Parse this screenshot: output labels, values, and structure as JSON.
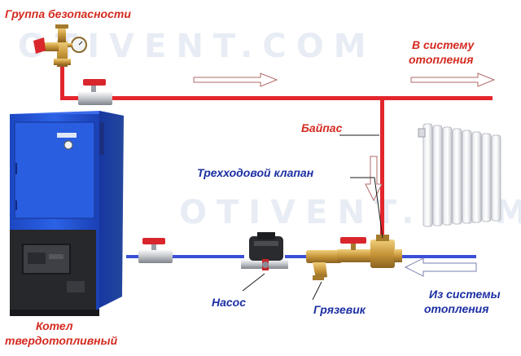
{
  "watermark": "OTIVENT.COM",
  "labels": {
    "safety_group": "Группа безопасности",
    "to_heating_line1": "В систему",
    "to_heating_line2": "отопления",
    "bypass": "Байпас",
    "three_way_valve": "Трехходовой клапан",
    "pump": "Насос",
    "strainer": "Грязевик",
    "from_heating_line1": "Из системы",
    "from_heating_line2": "отопления",
    "boiler_line1": "Котел",
    "boiler_line2": "твердотопливный"
  },
  "colors": {
    "supply_pipe": "#e3262c",
    "return_pipe": "#3a4fd8",
    "boiler_body": "#2456d6",
    "brass": "#c89a3c",
    "label_red": "#d42a20",
    "label_blue": "#1c2fa3"
  }
}
